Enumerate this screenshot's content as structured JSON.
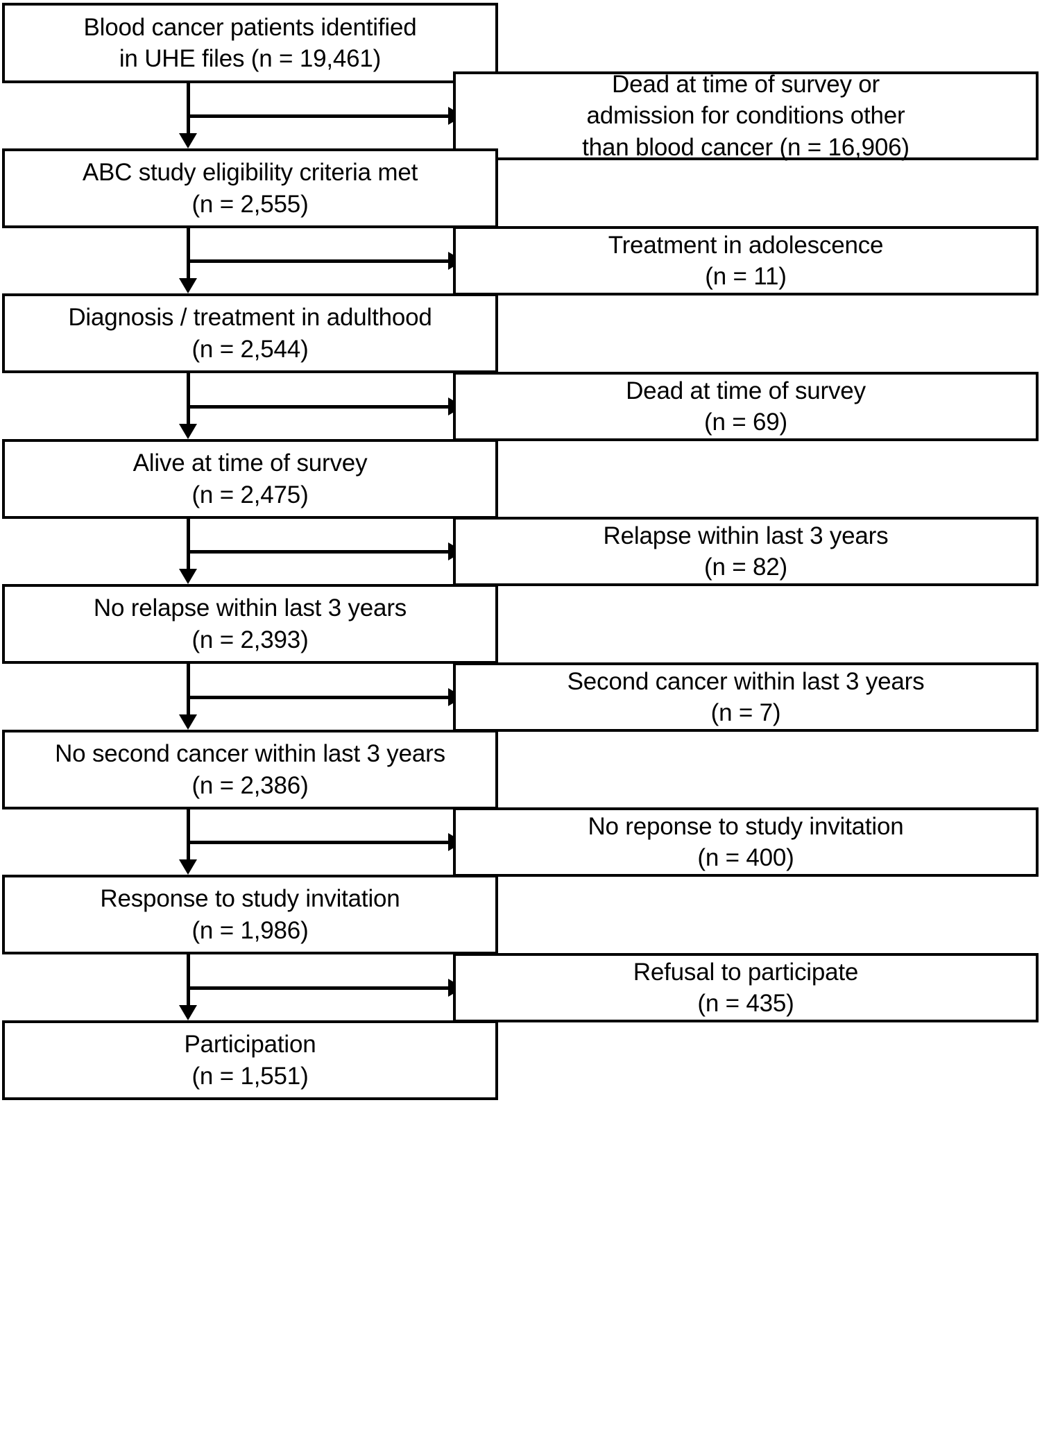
{
  "diagram": {
    "type": "flowchart",
    "title": "Study participant selection flow diagram",
    "orientation": "top-to-bottom with right-side exclusion branches",
    "colors": {
      "stroke": "#000000",
      "fill": "#ffffff",
      "text": "#000000"
    },
    "main_nodes": [
      {
        "id": "identified",
        "line1": "Blood cancer patients identified",
        "line2": "in UHE files (n = 19,461)",
        "n": 19461
      },
      {
        "id": "eligible",
        "line1": "ABC study eligibility criteria met",
        "line2": "(n = 2,555)",
        "n": 2555
      },
      {
        "id": "adulthood",
        "line1": "Diagnosis / treatment in adulthood",
        "line2": "(n = 2,544)",
        "n": 2544
      },
      {
        "id": "alive",
        "line1": "Alive at time of survey",
        "line2": "(n = 2,475)",
        "n": 2475
      },
      {
        "id": "no-relapse",
        "line1": "No relapse within last 3 years",
        "line2": "(n = 2,393)",
        "n": 2393
      },
      {
        "id": "no-second-cancer",
        "line1": "No second cancer within last 3 years",
        "line2": "(n = 2,386)",
        "n": 2386
      },
      {
        "id": "response",
        "line1": "Response to study invitation",
        "line2": "(n = 1,986)",
        "n": 1986
      },
      {
        "id": "participation",
        "line1": "Participation",
        "line2": "(n = 1,551)",
        "n": 1551
      }
    ],
    "exclusion_nodes": [
      {
        "id": "dead-or-other-admission",
        "line1": "Dead at time of survey or",
        "line2": "admission for conditions other",
        "line3": "than blood cancer (n = 16,906)",
        "n": 16906
      },
      {
        "id": "adolescent-treatment",
        "line1": "Treatment in adolescence",
        "line2": "(n = 11)",
        "n": 11
      },
      {
        "id": "dead-at-survey",
        "line1": "Dead at time of survey",
        "line2": "(n = 69)",
        "n": 69
      },
      {
        "id": "relapse",
        "line1": "Relapse within last 3 years",
        "line2": "(n = 82)",
        "n": 82
      },
      {
        "id": "second-cancer",
        "line1": "Second cancer within last 3 years",
        "line2": "(n = 7)",
        "n": 7
      },
      {
        "id": "no-response",
        "line1": "No reponse to study invitation",
        "line2": "(n = 400)",
        "n": 400
      },
      {
        "id": "refusal",
        "line1": "Refusal to participate",
        "line2": "(n = 435)",
        "n": 435
      }
    ]
  }
}
